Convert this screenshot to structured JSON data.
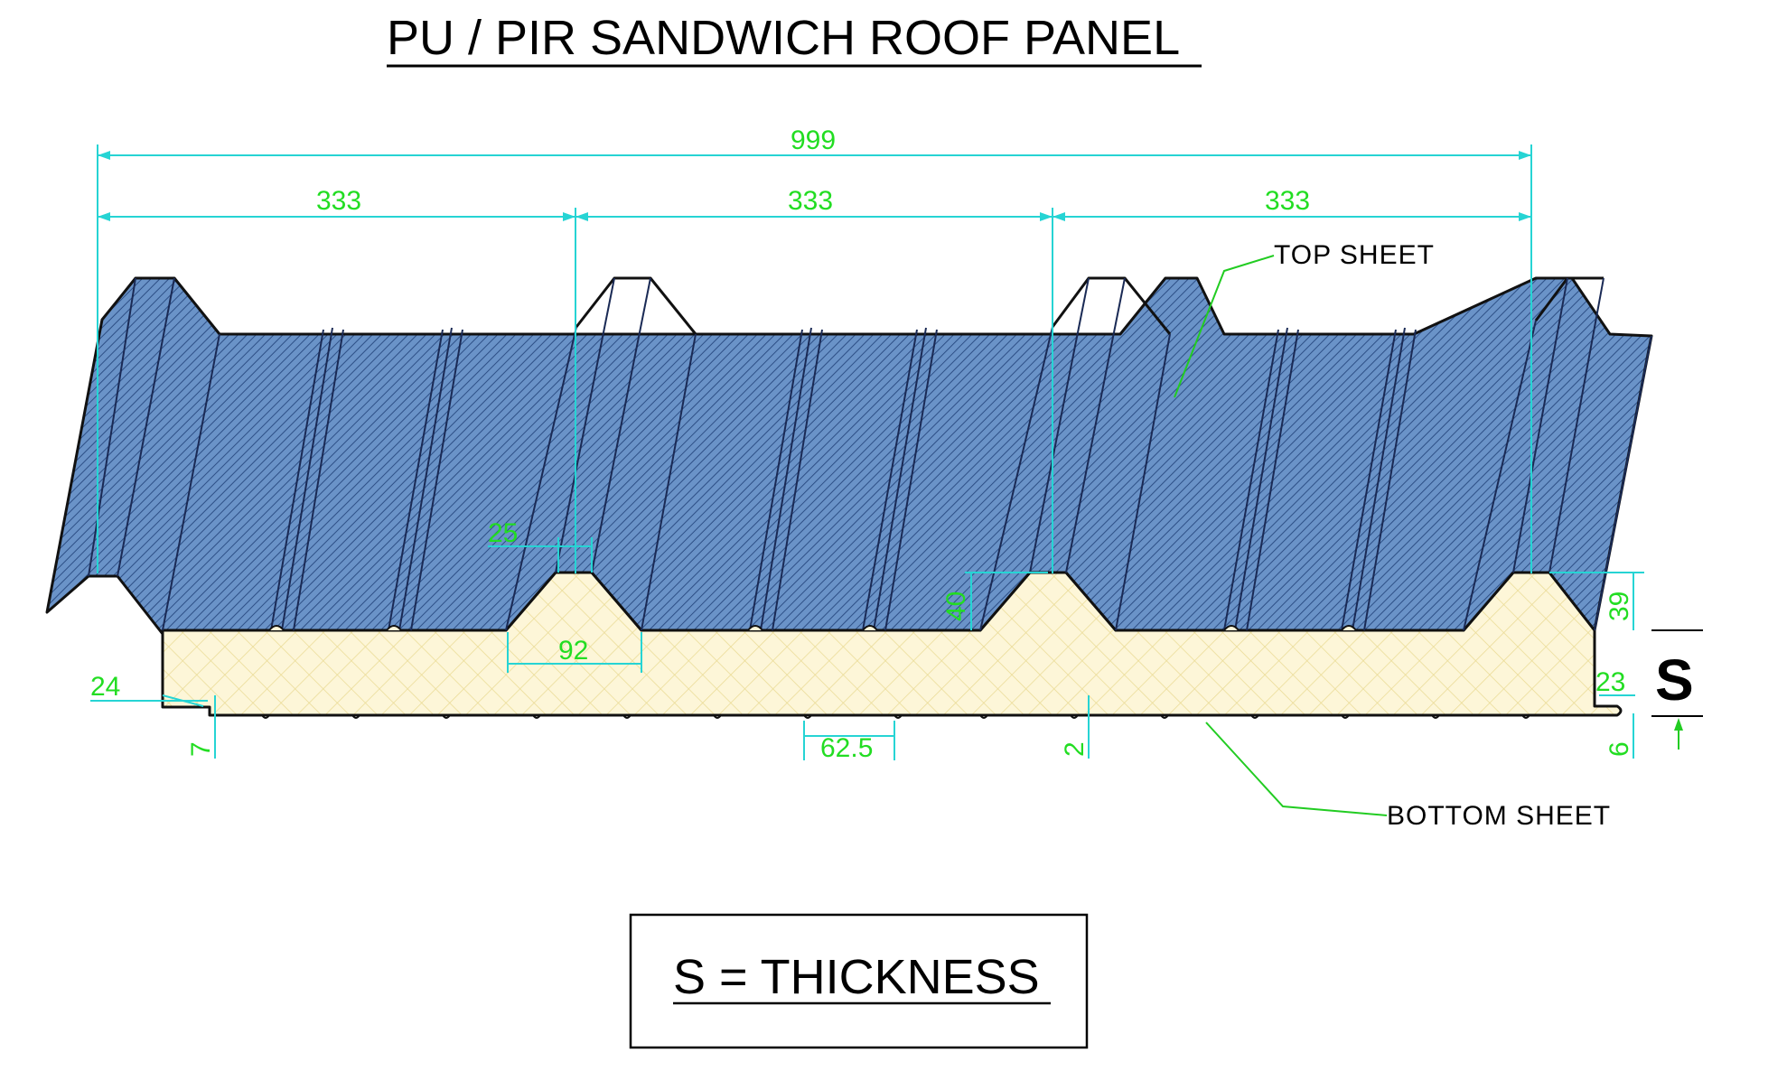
{
  "title": "PU / PIR SANDWICH ROOF PANEL",
  "dimensions": {
    "overall_width": "999",
    "rib_pitch_1": "333",
    "rib_pitch_2": "333",
    "rib_pitch_3": "333",
    "rib_top_width": "25",
    "rib_base_width": "92",
    "rib_height_mid": "40",
    "rib_height_end": "39",
    "edge_step": "24",
    "edge_depth": "7",
    "groove_pitch": "62.5",
    "groove_depth": "2",
    "end_overlap": "23",
    "bottom_edge": "6"
  },
  "labels": {
    "top_sheet": "TOP SHEET",
    "bottom_sheet": "BOTTOM SHEET",
    "thickness_symbol": "S",
    "legend": "S = THICKNESS"
  },
  "colors": {
    "top_sheet_fill": "#5b86c0",
    "core_fill": "#fbf1c8",
    "dimension_text": "#22dd22",
    "dimension_line": "#26d4d4"
  }
}
